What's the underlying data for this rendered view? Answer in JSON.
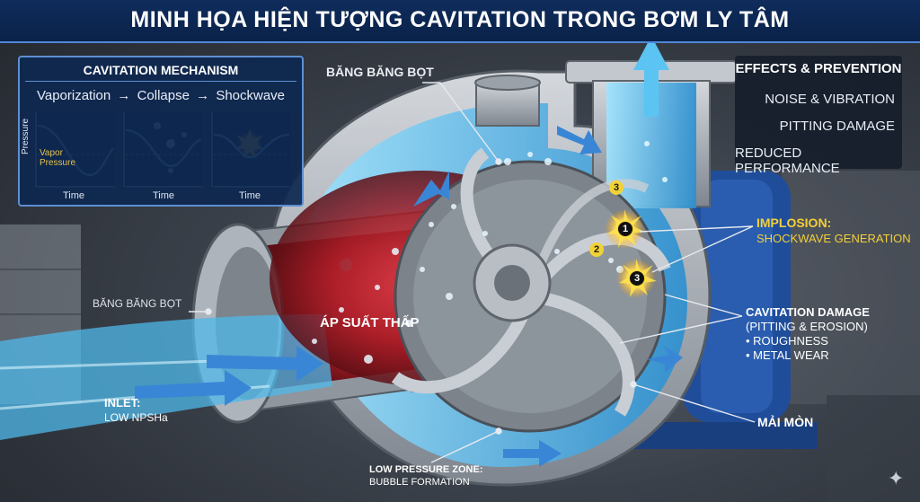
{
  "header": {
    "title": "MINH HỌA HIỆN TƯỢNG CAVITATION TRONG BƠM LY TÂM"
  },
  "mechanism": {
    "title": "CAVITATION MECHANISM",
    "steps": [
      "Vaporization",
      "Collapse",
      "Shockwave"
    ],
    "y_axis_label": "Pressure",
    "vapor_label_1": "Vapor",
    "vapor_label_2": "Pressure",
    "x_axis_labels": [
      "Time",
      "Time",
      "Time"
    ]
  },
  "effects": {
    "title": "EFFECTS & PREVENTION",
    "items": [
      "NOISE & VIBRATION",
      "PITTING DAMAGE",
      "REDUCED PERFORMANCE"
    ]
  },
  "callouts": {
    "foam_top": "BĂNG BĂNG BỌT",
    "foam_left": "BĂNG BĂNG BỌT",
    "inlet_title": "INLET:",
    "inlet_sub": "LOW NPSHa",
    "low_pressure": "ÁP SUẤT THẤP",
    "implosion_title": "IMPLOSION:",
    "implosion_sub": "SHOCKWAVE GENERATION",
    "damage_title": "CAVITATION DAMAGE",
    "damage_sub": "(PITTING & EROSION)",
    "damage_item_1": "• ROUGHNESS",
    "damage_item_2": "• METAL WEAR",
    "wear": "MẢI MÒN",
    "lpz_title": "LOW PRESSURE ZONE:",
    "lpz_sub": "BUBBLE FORMATION"
  },
  "markers": [
    "3",
    "1",
    "2",
    "3"
  ],
  "colors": {
    "header": "#0f2c5c",
    "accent": "#5d8fd3",
    "water": "#4fb8ea",
    "low_pressure_zone": "#b5202a",
    "implosion": "#f3cf3a",
    "motor": "#1f4d9a"
  }
}
